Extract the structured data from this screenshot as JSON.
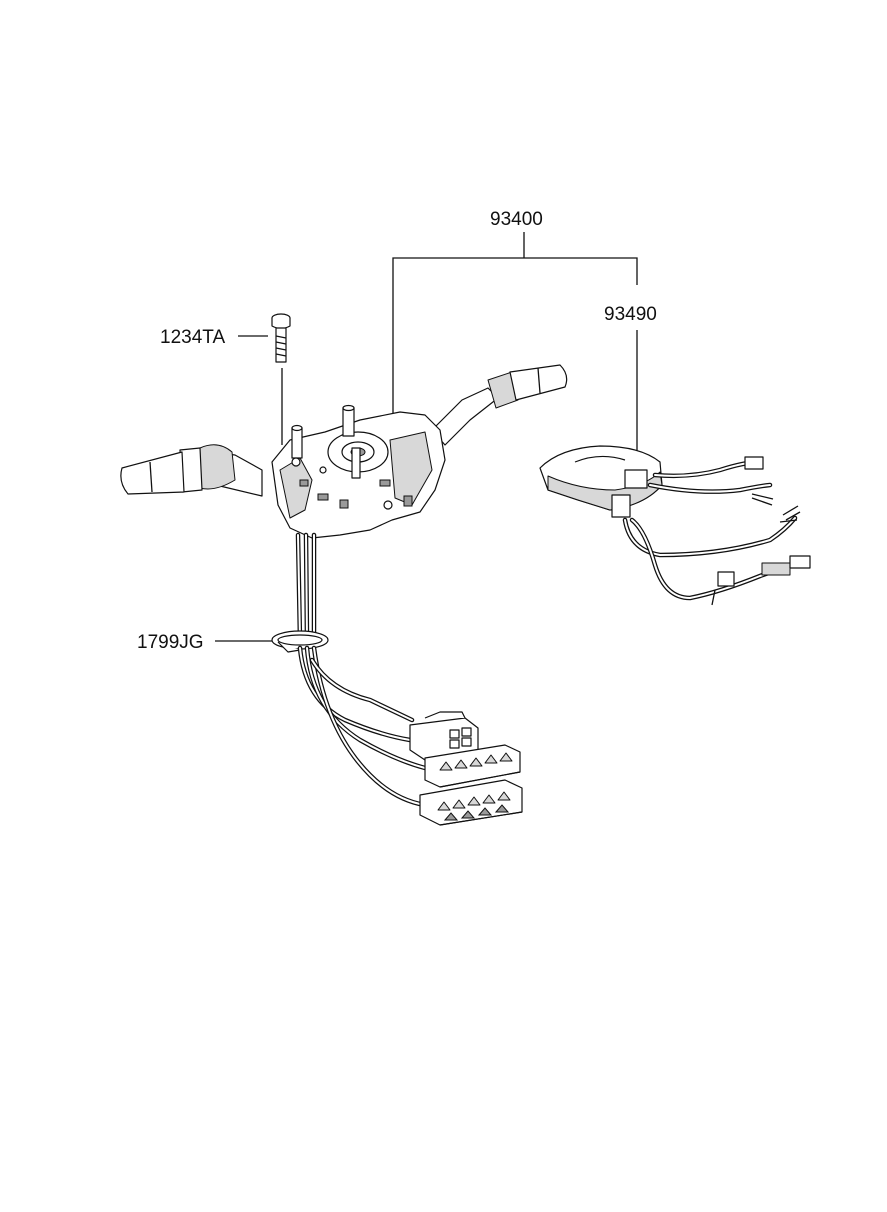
{
  "callouts": {
    "assembly": "93400",
    "clock_spring": "93490",
    "screw": "1234TA",
    "clip": "1799JG"
  }
}
